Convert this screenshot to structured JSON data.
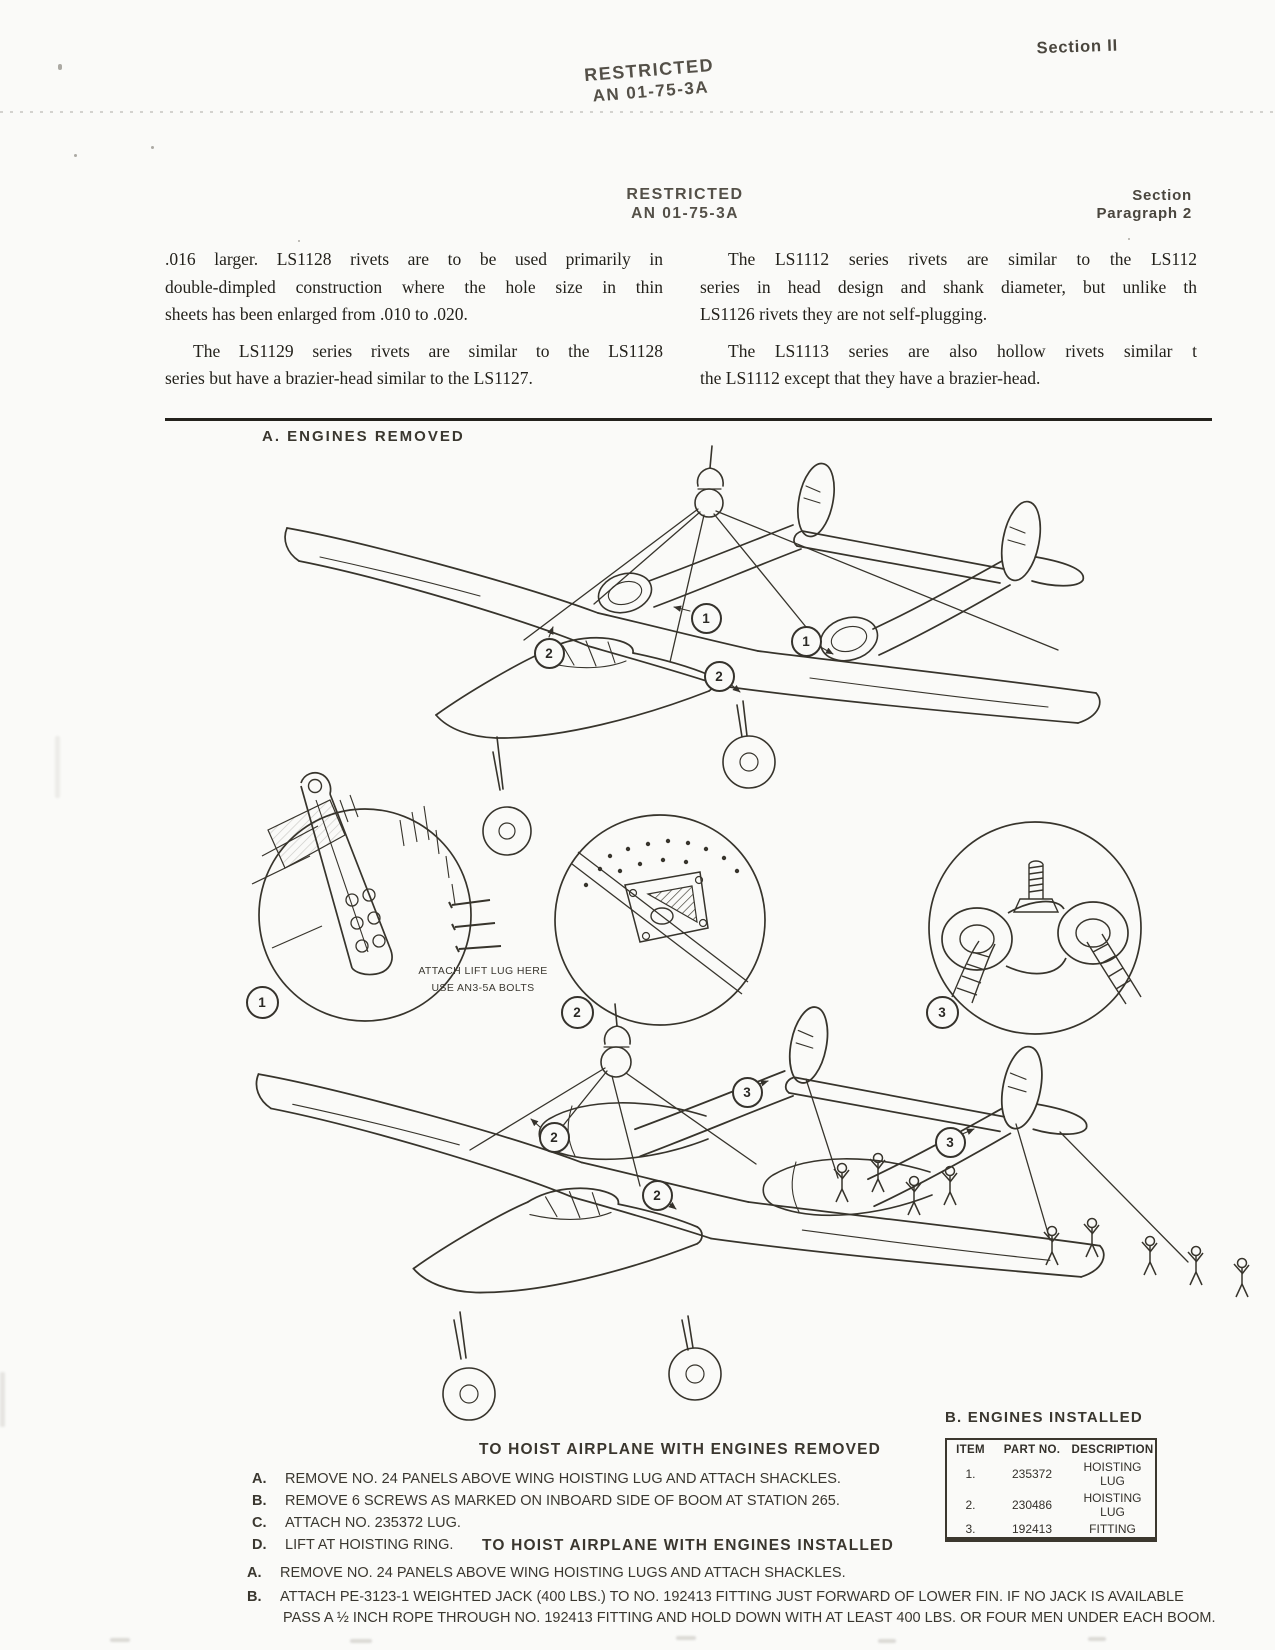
{
  "colors": {
    "paper": "#fafaf8",
    "ink": "#23211b",
    "line": "#37342c",
    "stamp": "#46423a"
  },
  "header": {
    "stamp_line1": "RESTRICTED",
    "stamp_line2": "AN 01-75-3A",
    "section_top": "Section II",
    "mid_stamp_line1": "RESTRICTED",
    "mid_stamp_line2": "AN 01-75-3A",
    "mid_section_line1": "Section",
    "mid_section_line2": "Paragraph 2"
  },
  "body": {
    "left": [
      {
        "lines": [
          ".016 larger. LS1128 rivets are to be used primarily in",
          "double-dimpled construction where the hole size in thin",
          "sheets has been enlarged from .010 to .020."
        ]
      },
      {
        "lines": [
          "The LS1129 series rivets are similar to the LS1128",
          "series but have a brazier-head similar to the LS1127."
        ]
      }
    ],
    "right": [
      {
        "lines": [
          "The LS1112 series rivets are similar to the LS112",
          "series in head design and shank diameter, but unlike th",
          "LS1126 rivets they are not self-plugging."
        ]
      },
      {
        "lines": [
          "The LS1113 series are also hollow rivets similar t",
          "the LS1112 except that they have a brazier-head."
        ]
      }
    ]
  },
  "figure": {
    "label_engines_removed": "A.  ENGINES REMOVED",
    "label_engines_installed": "B.  ENGINES INSTALLED",
    "lug_note_line1": "ATTACH LIFT LUG HERE",
    "lug_note_line2": "USE AN3-5A BOLTS",
    "callouts_upper": [
      "1",
      "1",
      "2",
      "2"
    ],
    "detail_numbers": [
      "1",
      "2",
      "3"
    ],
    "callouts_lower": [
      "2",
      "2",
      "3",
      "3"
    ],
    "table": {
      "headers": [
        "ITEM",
        "PART NO.",
        "DESCRIPTION"
      ],
      "rows": [
        [
          "1.",
          "235372",
          "HOISTING LUG"
        ],
        [
          "2.",
          "230486",
          "HOISTING LUG"
        ],
        [
          "3.",
          "192413",
          "FITTING"
        ]
      ]
    },
    "hoist_removed": {
      "title": "TO HOIST AIRPLANE WITH ENGINES REMOVED",
      "steps": [
        {
          "k": "A.",
          "t": "REMOVE NO. 24 PANELS ABOVE WING HOISTING LUG AND ATTACH SHACKLES."
        },
        {
          "k": "B.",
          "t": "REMOVE 6 SCREWS AS MARKED ON INBOARD SIDE OF BOOM AT STATION 265."
        },
        {
          "k": "C.",
          "t": "ATTACH NO. 235372 LUG."
        },
        {
          "k": "D.",
          "t": "LIFT AT HOISTING RING."
        }
      ]
    },
    "hoist_installed": {
      "title": "TO HOIST AIRPLANE WITH ENGINES INSTALLED",
      "steps": [
        {
          "k": "A.",
          "t": "REMOVE NO. 24 PANELS ABOVE WING HOISTING LUGS AND ATTACH SHACKLES."
        },
        {
          "k": "B.",
          "t": "ATTACH PE-3123-1 WEIGHTED JACK (400 LBS.) TO NO. 192413 FITTING JUST FORWARD OF LOWER FIN. IF NO JACK IS AVAILABLE",
          "t2": "PASS A ½ INCH ROPE THROUGH NO. 192413 FITTING AND HOLD DOWN WITH AT LEAST 400 LBS. OR FOUR MEN UNDER EACH BOOM."
        }
      ]
    }
  }
}
